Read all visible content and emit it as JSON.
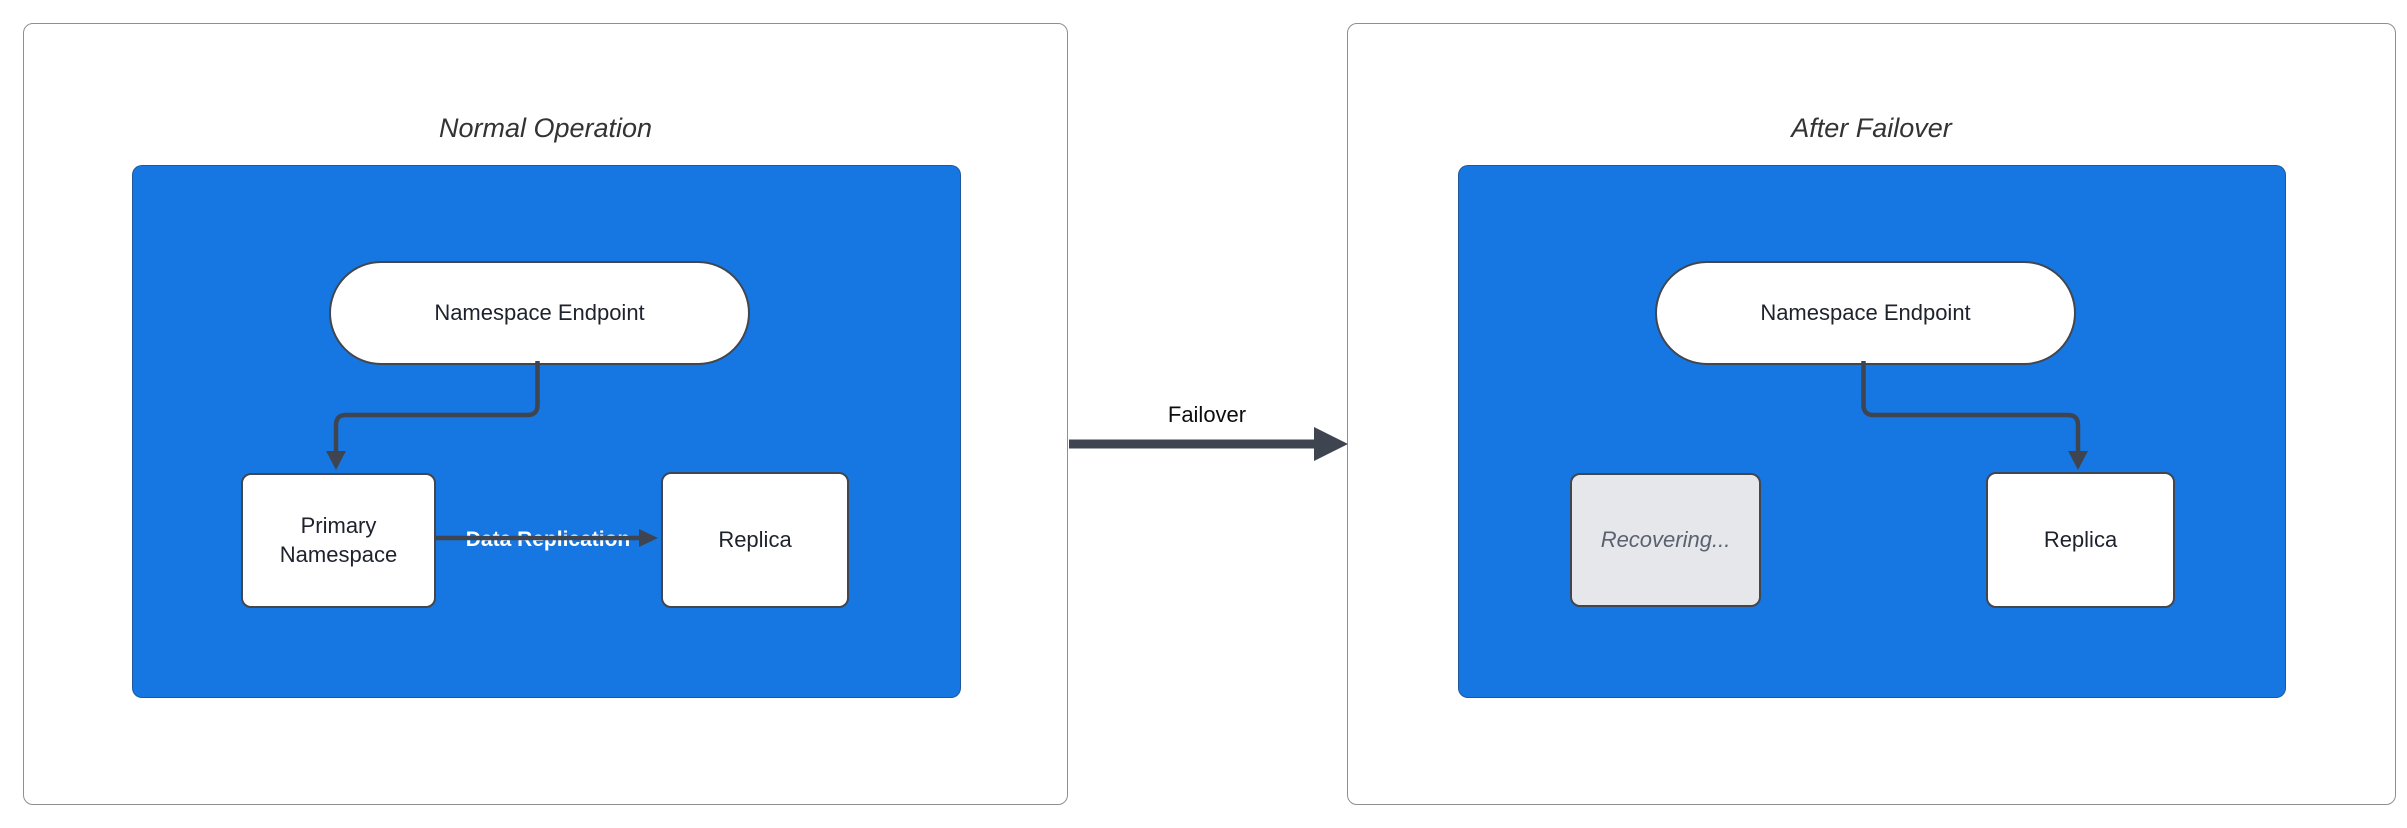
{
  "colors": {
    "accent_blue": "#1677e3",
    "edge_dark": "#3f4550",
    "node_border": "#41464f",
    "node_fill": "#ffffff",
    "disabled_fill": "#e5e7ea",
    "disabled_text": "#5a6170",
    "panel_border": "#8f8f8f",
    "label_text": "#1d222c",
    "edge_label_text": "#ffffff"
  },
  "diagram": {
    "panels": [
      {
        "title": "Normal Operation",
        "nodes": [
          {
            "label": "Namespace Endpoint"
          },
          {
            "label": "Primary Namespace"
          },
          {
            "label": "Replica"
          }
        ],
        "edges": [
          {
            "label": "Data Replication"
          }
        ]
      },
      {
        "title": "After Failover",
        "nodes": [
          {
            "label": "Namespace Endpoint"
          },
          {
            "label": "Recovering..."
          },
          {
            "label": "Replica"
          }
        ]
      }
    ],
    "transition": {
      "label": "Failover"
    }
  }
}
